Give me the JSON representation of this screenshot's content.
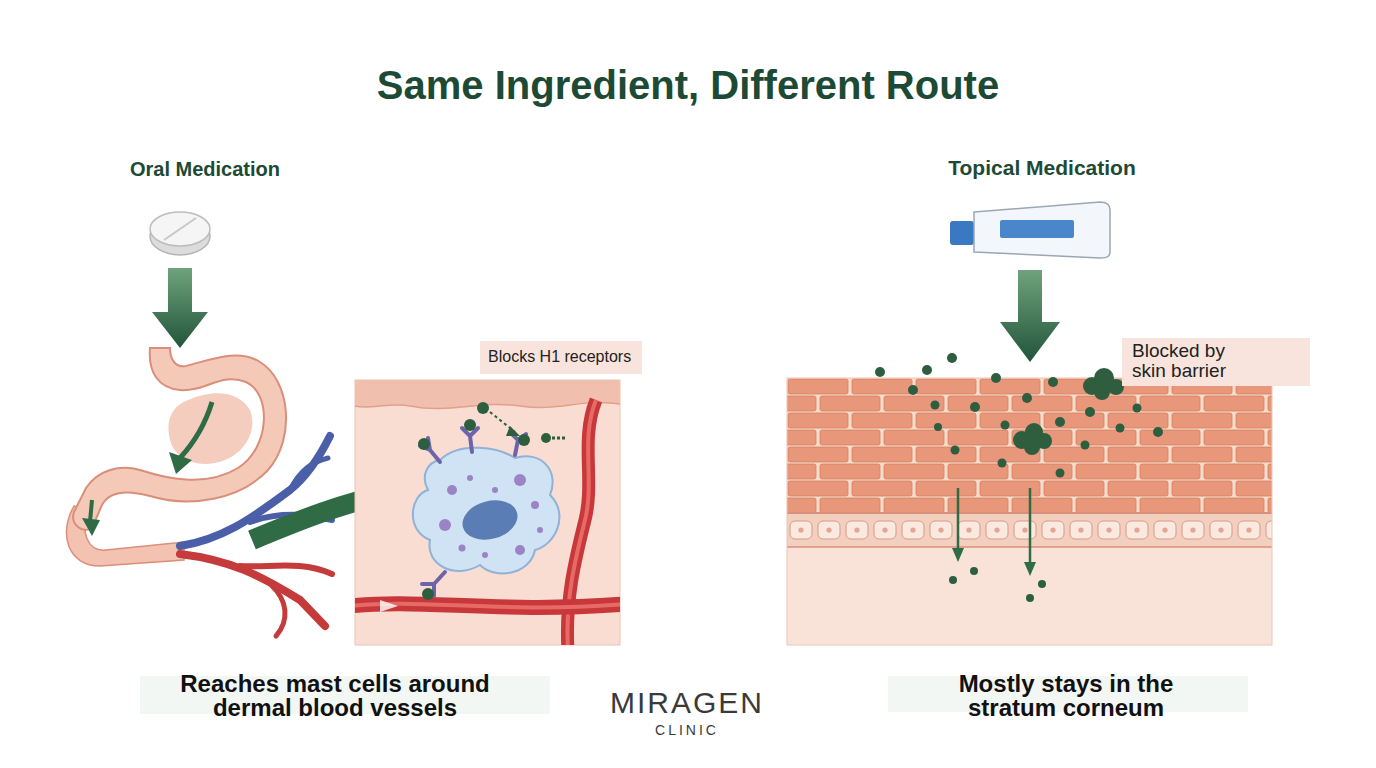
{
  "diagram": {
    "title": "Same Ingredient, Different Route",
    "nodes": [
      {
        "text": [
          "Blocks H1 receptors"
        ]
      },
      {
        "text": [
          "Blocked by skin barrier"
        ]
      }
    ],
    "labels": [
      "Oral Medication",
      "Topical Medication",
      "Reaches mast cells around dermal blood vessels",
      "Mostly stays in the stratum corneum",
      "MIRAGEN",
      "CLINIC"
    ]
  }
}
